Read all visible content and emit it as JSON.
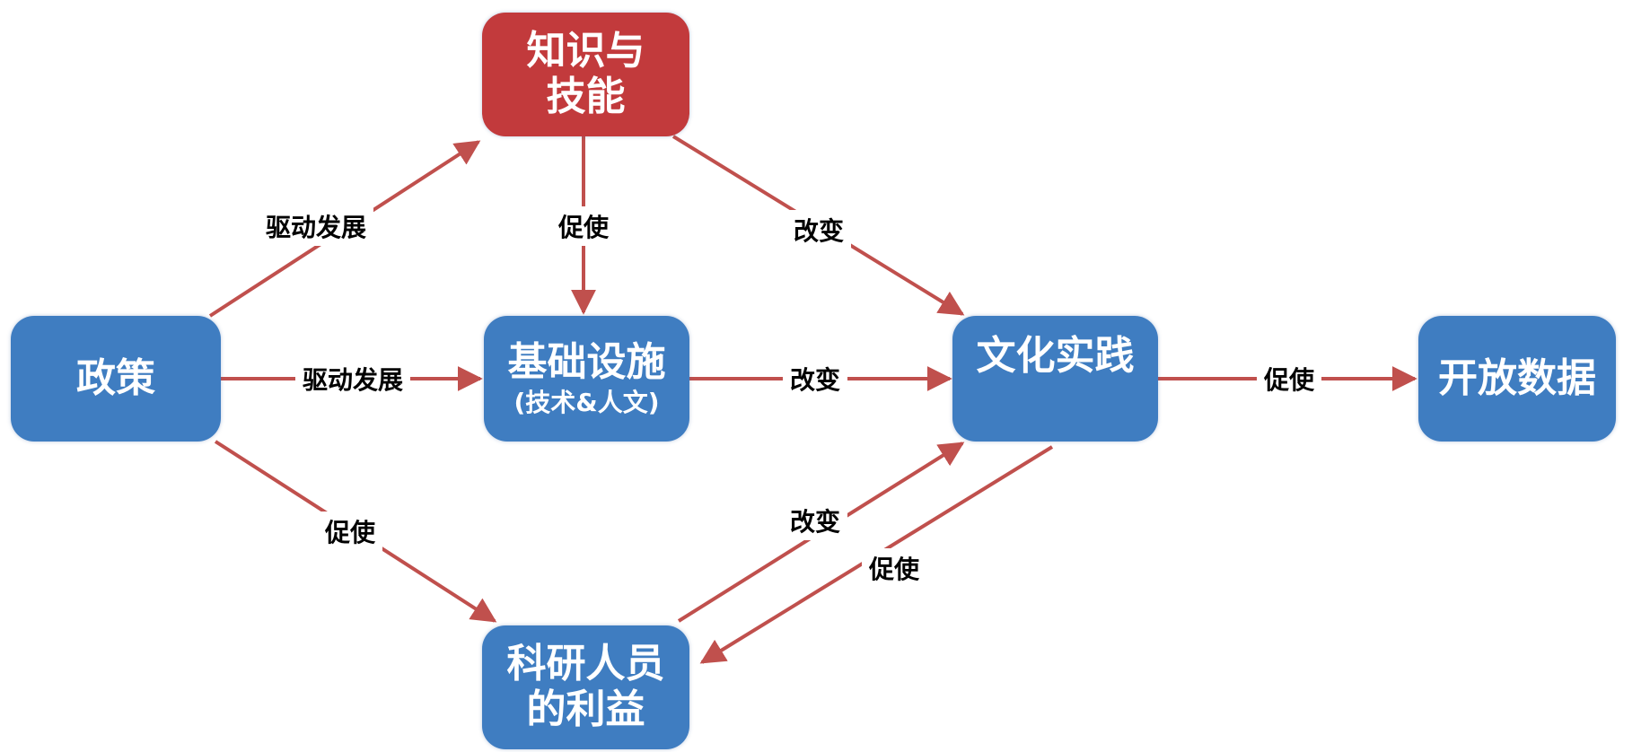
{
  "nodes": {
    "knowledge": {
      "line1": "知识与",
      "line2": "技能"
    },
    "policy": {
      "label": "政策"
    },
    "infrastructure": {
      "label": "基础设施",
      "sub": "(技术&人文)"
    },
    "culture": {
      "label": "文化实践"
    },
    "open_data": {
      "label": "开放数据"
    },
    "researchers": {
      "line1": "科研人员",
      "line2": "的利益"
    }
  },
  "edges": {
    "policy_knowledge": "驱动发展",
    "knowledge_infrastructure": "促使",
    "knowledge_culture": "改变",
    "policy_infrastructure": "驱动发展",
    "infrastructure_culture": "改变",
    "culture_open_data": "促使",
    "policy_researchers": "促使",
    "researchers_culture": "改变",
    "culture_researchers": "促使"
  },
  "colors": {
    "node_blue": "#3f7dc1",
    "node_red": "#c23a3c",
    "arrow": "#c0504d"
  }
}
